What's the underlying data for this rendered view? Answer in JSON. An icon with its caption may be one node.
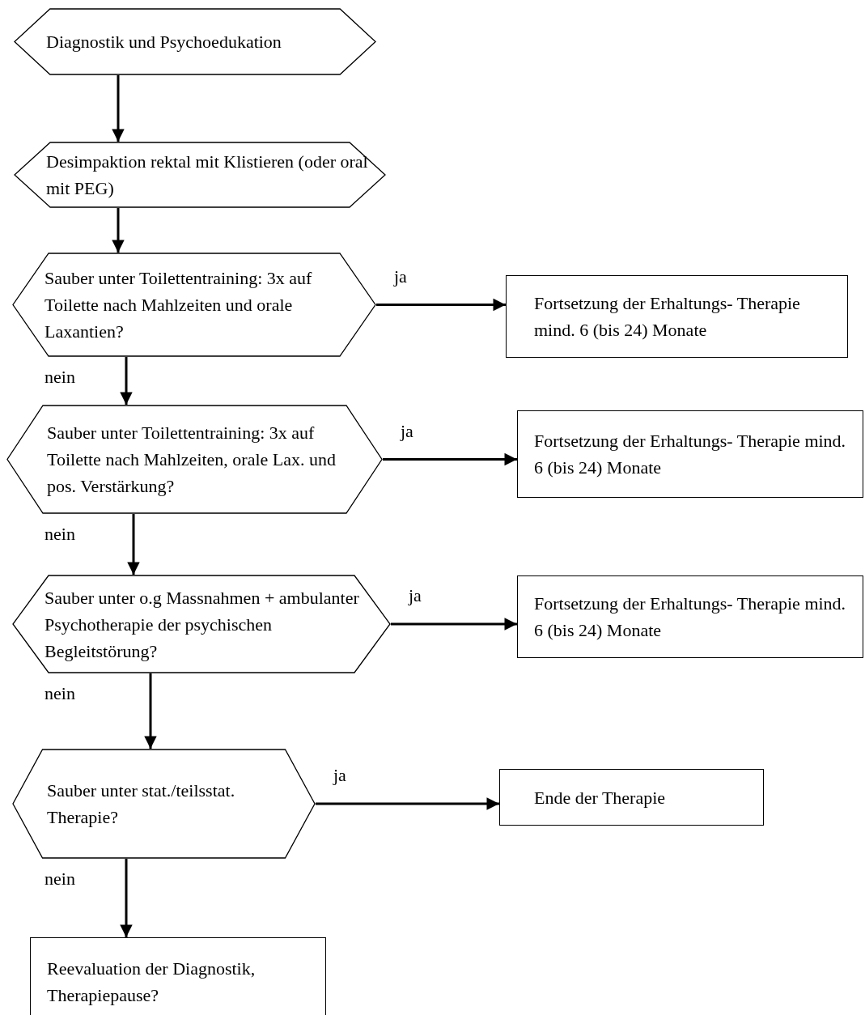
{
  "diagram": {
    "nodes": [
      {
        "text": [
          "Diagnostik und Psychoedukation"
        ]
      },
      {
        "text": [
          "Desimpaktion rektal mit Klistieren (oder oral mit PEG)"
        ]
      },
      {
        "text": [
          "Sauber unter Toilettentraining: 3x auf Toilette nach Mahlzeiten und orale Laxantien?"
        ]
      },
      {
        "text": [
          "Fortsetzung der Erhaltungs- Therapie mind. 6 (bis 24) Monate"
        ]
      },
      {
        "text": [
          "Sauber unter Toilettentraining: 3x auf Toilette nach Mahlzeiten, orale Lax. und pos. Verstärkung?"
        ]
      },
      {
        "text": [
          "Fortsetzung der Erhaltungs- Therapie mind. 6 (bis 24) Monate"
        ]
      },
      {
        "text": [
          "Sauber unter o.g Massnahmen + ambulanter Psychotherapie der psychischen Begleitstörung?"
        ]
      },
      {
        "text": [
          "Fortsetzung der Erhaltungs- Therapie mind. 6 (bis 24) Monate"
        ]
      },
      {
        "text": [
          "Sauber unter stat./teilsstat. Therapie?"
        ]
      },
      {
        "text": [
          "Ende der Therapie"
        ]
      },
      {
        "text": [
          "Reevaluation der Diagnostik, Therapiepause?"
        ]
      }
    ],
    "edges": [
      {
        "from": 0,
        "to": 1,
        "arrow": "to"
      },
      {
        "from": 1,
        "to": 2,
        "arrow": "to"
      },
      {
        "from": 2,
        "to": 3,
        "arrow": "to",
        "label": "ja"
      },
      {
        "from": 2,
        "to": 4,
        "arrow": "to",
        "label": "nein"
      },
      {
        "from": 4,
        "to": 5,
        "arrow": "to",
        "label": "ja"
      },
      {
        "from": 4,
        "to": 6,
        "arrow": "to",
        "label": "nein"
      },
      {
        "from": 6,
        "to": 7,
        "arrow": "to",
        "label": "ja"
      },
      {
        "from": 6,
        "to": 8,
        "arrow": "to",
        "label": "nein"
      },
      {
        "from": 8,
        "to": 9,
        "arrow": "to",
        "label": "ja"
      },
      {
        "from": 8,
        "to": 10,
        "arrow": "to",
        "label": "nein"
      }
    ]
  }
}
